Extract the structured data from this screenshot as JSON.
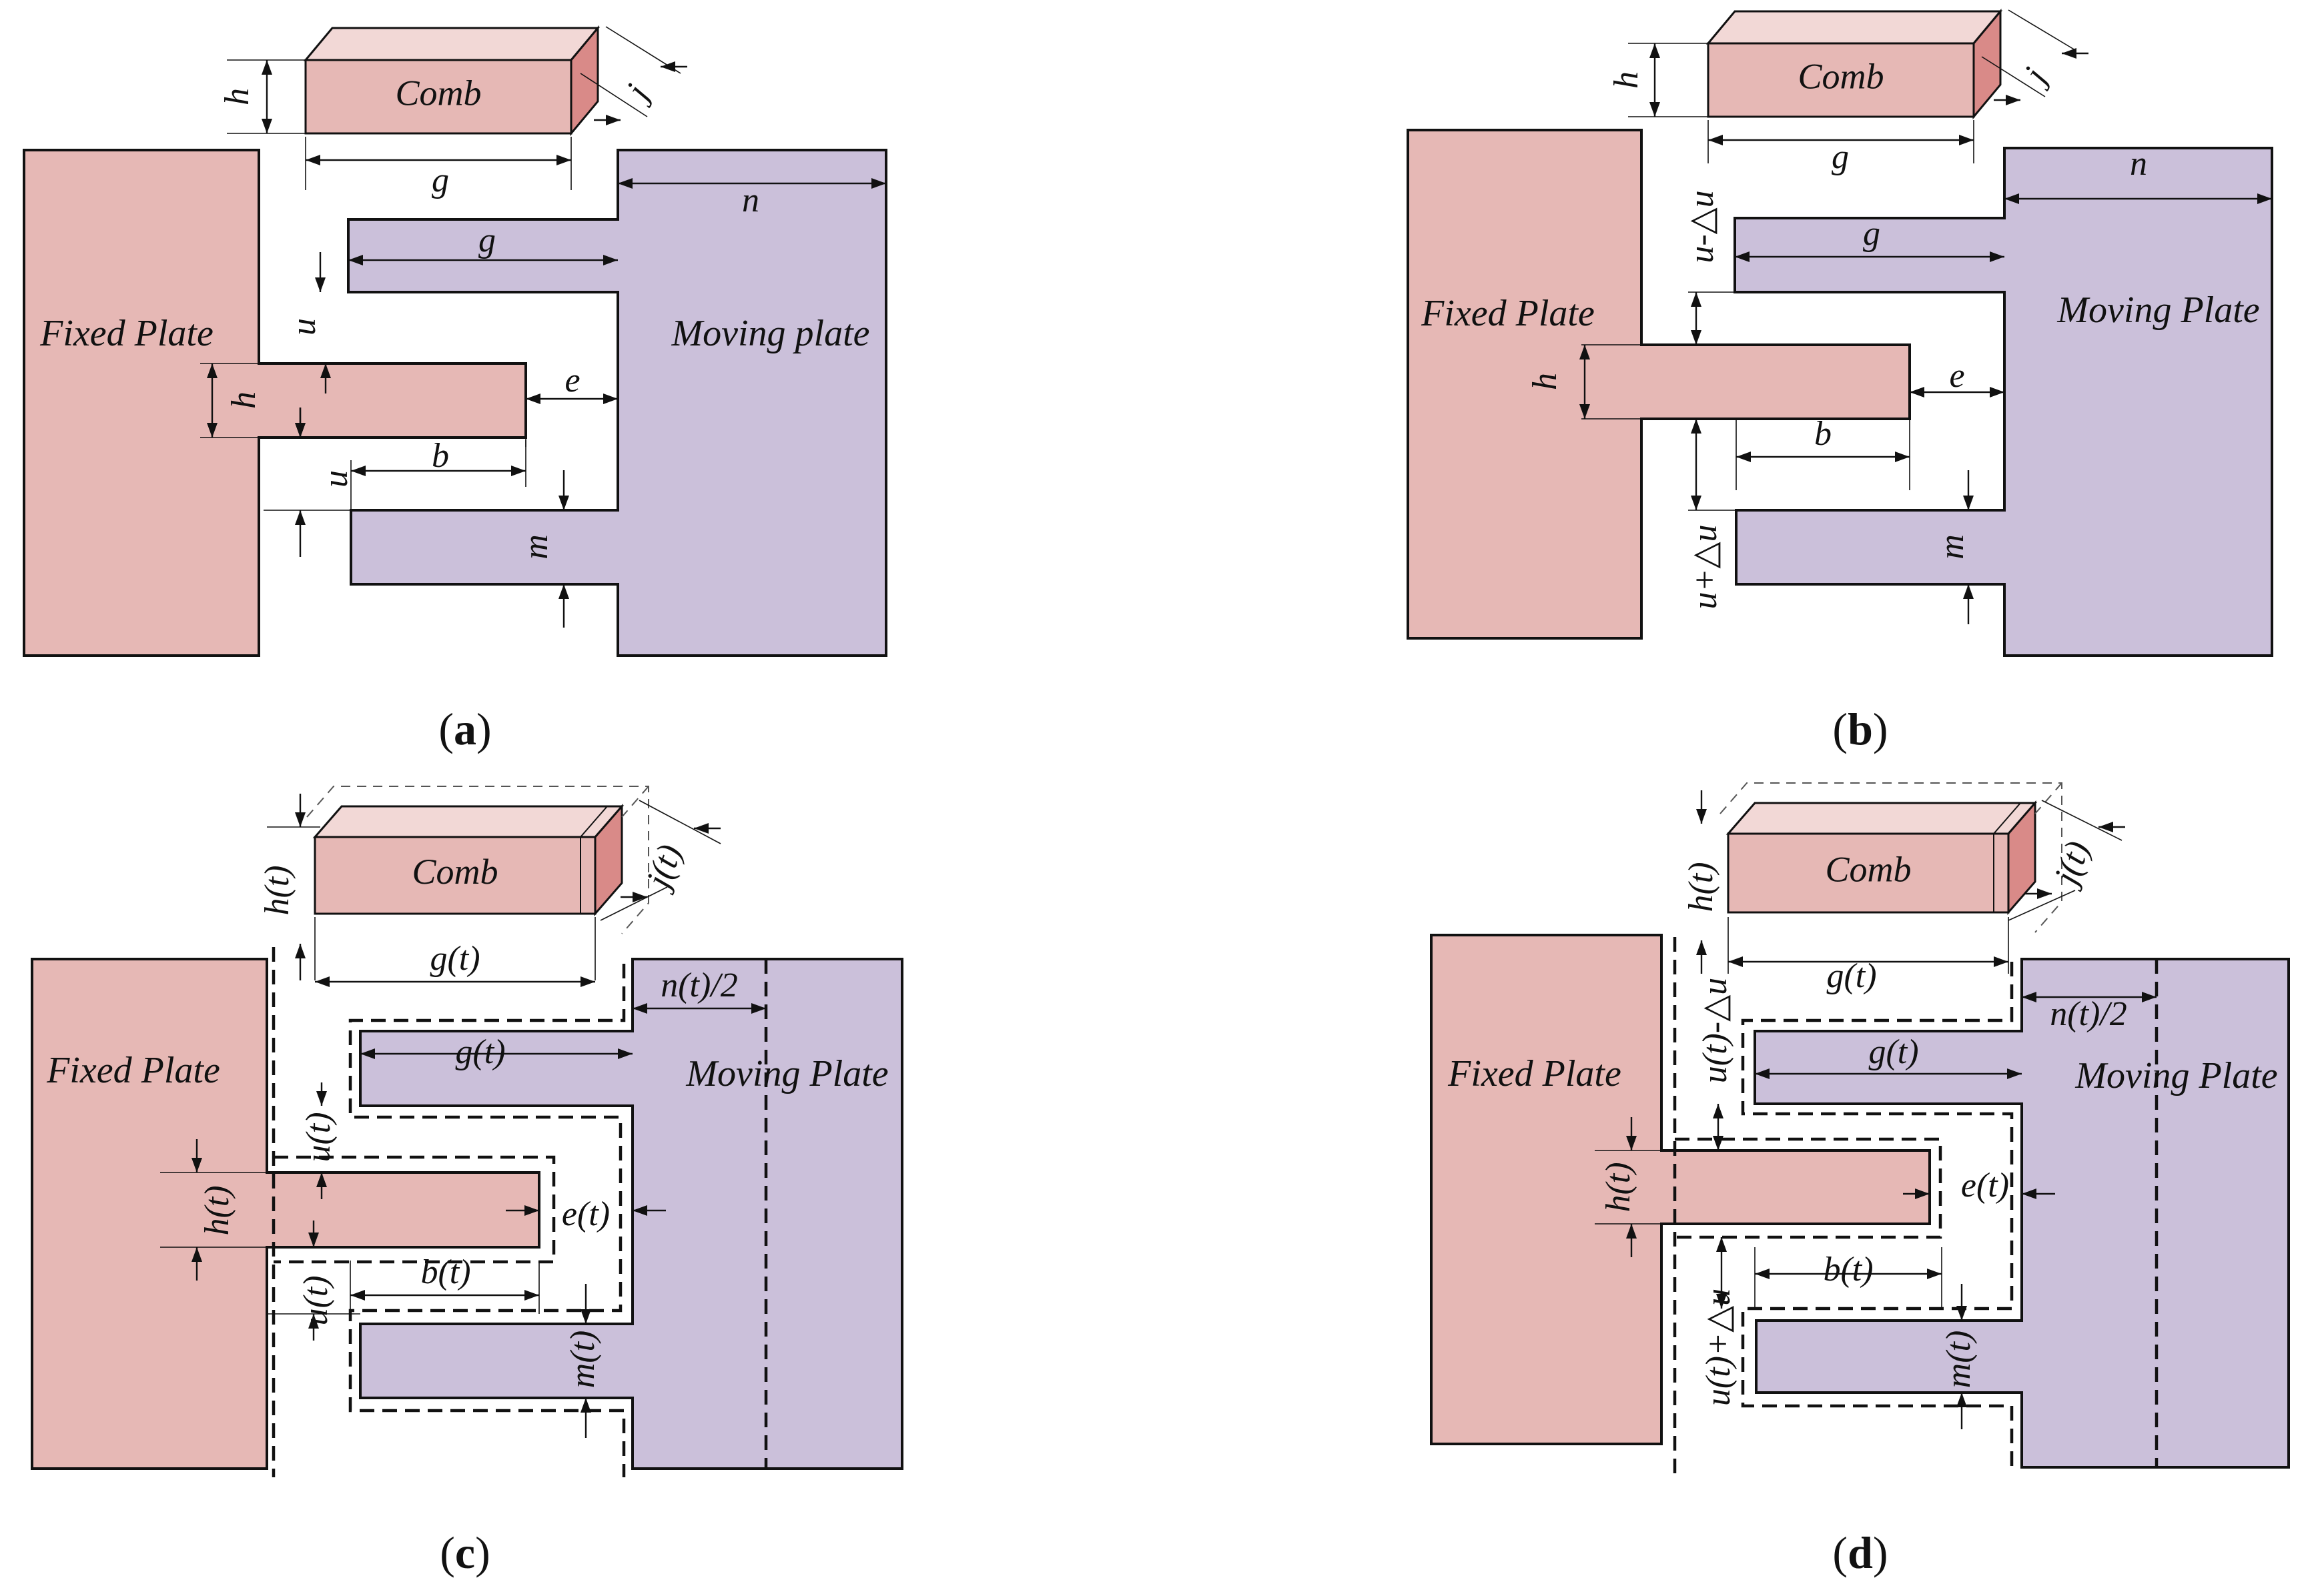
{
  "colors": {
    "fixed_plate": "#e6b8b5",
    "moving_plate": "#cbc0da",
    "comb_front": "#e6b8b5",
    "comb_top": "#f2d8d6",
    "comb_side": "#d98a88",
    "outline": "#111111"
  },
  "panels": {
    "a": {
      "caption_letter": "a",
      "comb": "Comb",
      "fixed_plate": "Fixed Plate",
      "moving_plate": "Moving plate",
      "dims": {
        "h_comb": "h",
        "j": "j",
        "g_comb": "g",
        "n": "n",
        "g": "g",
        "u_top": "u",
        "h": "h",
        "e": "e",
        "b": "b",
        "u_bottom": "u",
        "m": "m"
      }
    },
    "b": {
      "caption_letter": "b",
      "comb": "Comb",
      "fixed_plate": "Fixed Plate",
      "moving_plate": "Moving Plate",
      "dims": {
        "h_comb": "h",
        "j": "j",
        "g_comb": "g",
        "n": "n",
        "g": "g",
        "u_top": "u-△u",
        "h": "h",
        "e": "e",
        "b": "b",
        "u_bottom": "u+△u",
        "m": "m"
      }
    },
    "c": {
      "caption_letter": "c",
      "comb": "Comb",
      "fixed_plate": "Fixed Plate",
      "moving_plate": "Moving Plate",
      "dims": {
        "h_comb": "h(t)",
        "j": "j(t)",
        "g_comb": "g(t)",
        "n": "n(t)/2",
        "g": "g(t)",
        "u_top": "u(t)",
        "h": "h(t)",
        "e": "e(t)",
        "b": "b(t)",
        "u_bottom": "u(t)",
        "m": "m(t)"
      }
    },
    "d": {
      "caption_letter": "d",
      "comb": "Comb",
      "fixed_plate": "Fixed Plate",
      "moving_plate": "Moving Plate",
      "dims": {
        "h_comb": "h(t)",
        "j": "j(t)",
        "g_comb": "g(t)",
        "n": "n(t)/2",
        "g": "g(t)",
        "u_top": "u(t)-△u",
        "h": "h(t)",
        "e": "e(t)",
        "b": "b(t)",
        "u_bottom": "u(t)+△u",
        "m": "m(t)"
      }
    }
  }
}
